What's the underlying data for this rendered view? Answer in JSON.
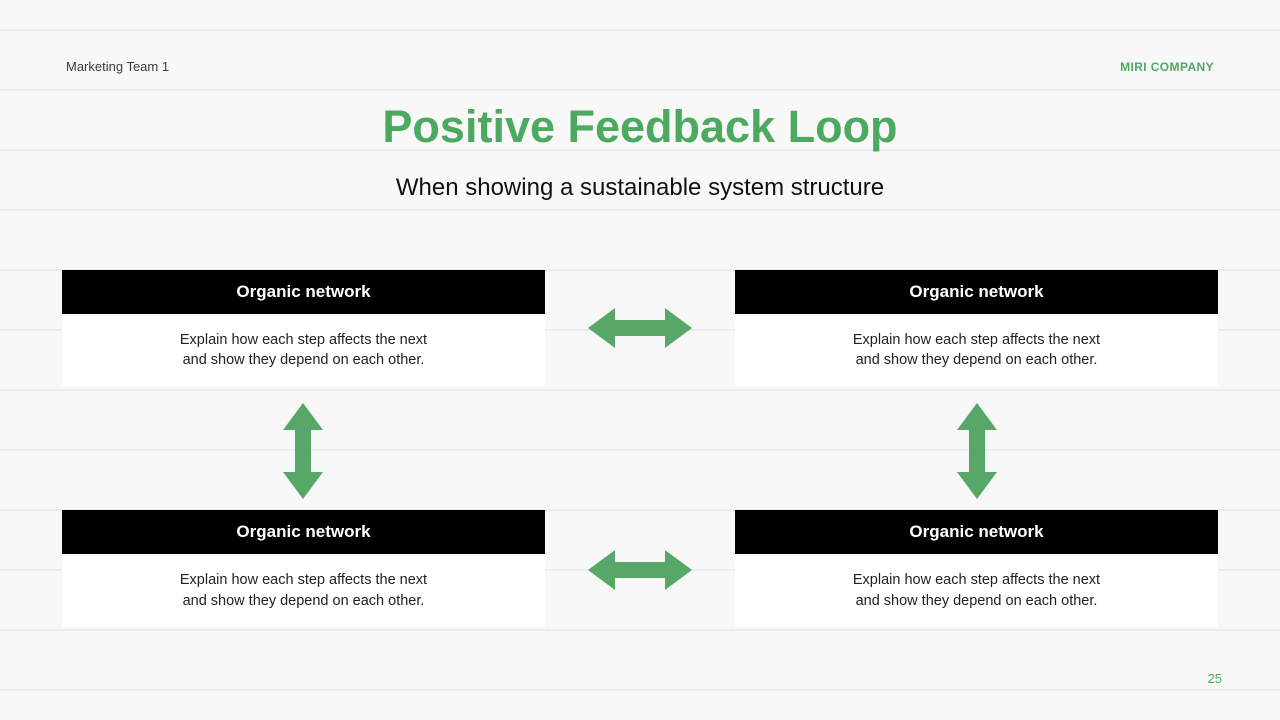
{
  "header": {
    "team": "Marketing Team 1",
    "company": "MIRI COMPANY"
  },
  "slide": {
    "title": "Positive Feedback Loop",
    "subtitle": "When showing a sustainable system structure"
  },
  "cards": [
    {
      "heading": "Organic network",
      "line1": "Explain how each step affects the next",
      "line2": "and show they depend on each other."
    },
    {
      "heading": "Organic network",
      "line1": "Explain how each step affects the next",
      "line2": "and show they depend on each other."
    },
    {
      "heading": "Organic network",
      "line1": "Explain how each step affects the next",
      "line2": "and show they depend on each other."
    },
    {
      "heading": "Organic network",
      "line1": "Explain how each step affects the next",
      "line2": "and show they depend on each other."
    }
  ],
  "footer": {
    "page_number": "25"
  },
  "colors": {
    "accent_green": "#4caa60",
    "arrow_green": "#57a868",
    "bg_color": "#f8f8f9",
    "ruled_line": "#ebebee",
    "card_header_bg": "#000000",
    "card_body_bg": "#ffffff",
    "body_text": "#212121",
    "subtitle_text": "#111111",
    "team_text": "#3a3a3a"
  }
}
